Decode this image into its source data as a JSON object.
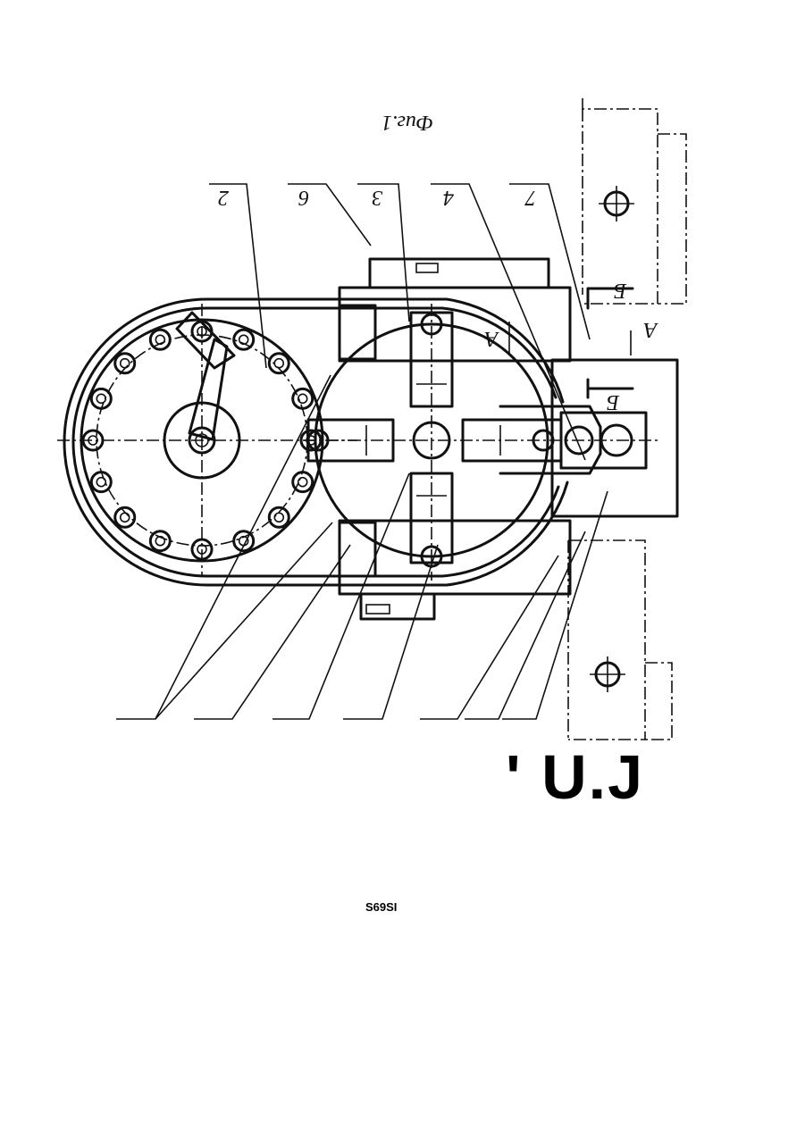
{
  "figure": {
    "caption": "Фиг.1",
    "callouts": {
      "n2": "2",
      "n6": "6",
      "n3": "3",
      "n4": "4",
      "n7": "7"
    },
    "section_marks": {
      "a_upper": "A",
      "a_side": "A",
      "b_upper": "Б",
      "b_lower": "Б"
    }
  },
  "stamp": "' U.J",
  "code": "S69SI"
}
